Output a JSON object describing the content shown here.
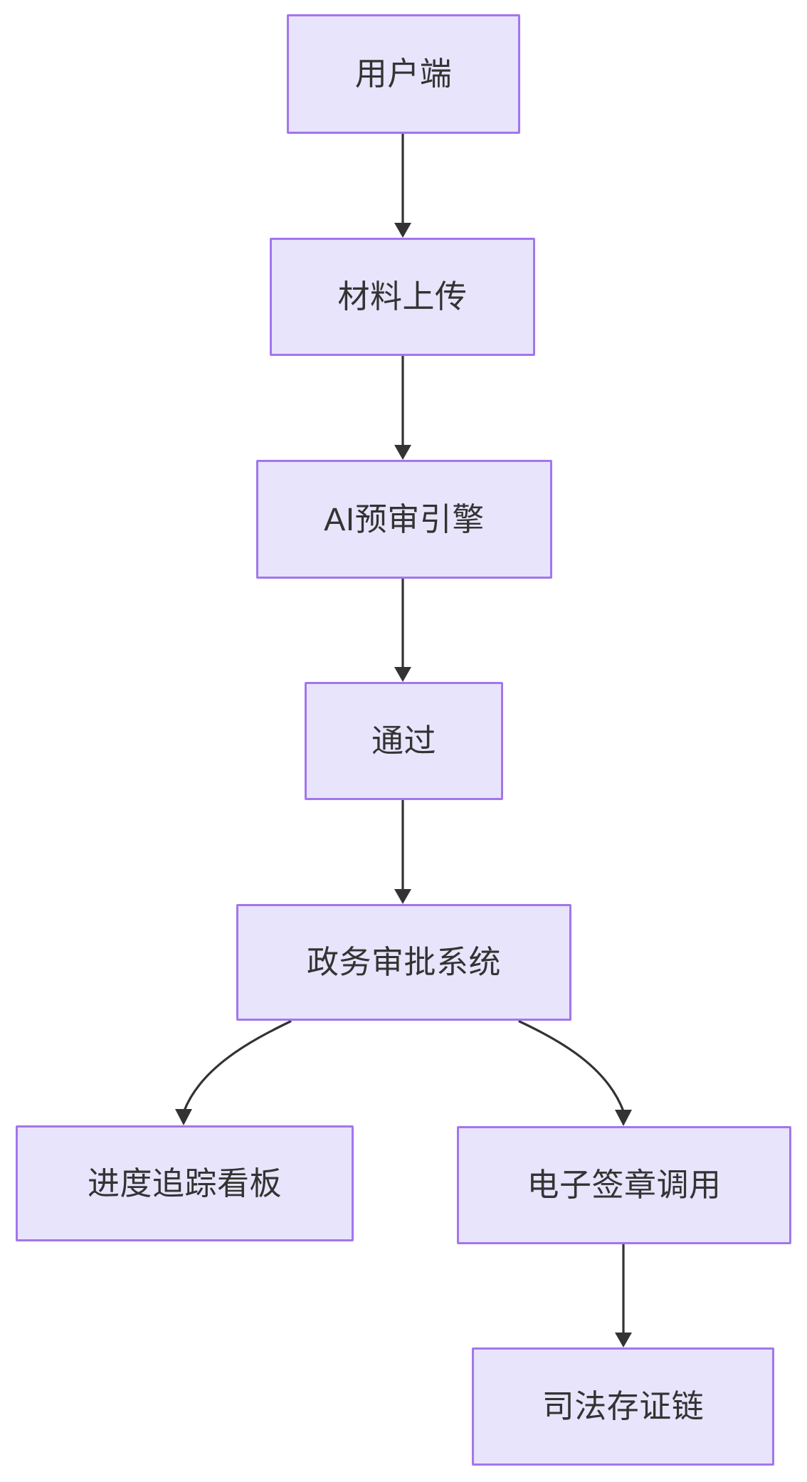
{
  "diagram": {
    "type": "flowchart",
    "direction": "top-to-bottom",
    "background_color": "#ffffff",
    "node_fill_color": "#E8E4FB",
    "node_border_color": "#A276EC",
    "node_text_color": "#333333",
    "edge_color": "#333333",
    "nodes": [
      {
        "id": "client",
        "label": "用户端"
      },
      {
        "id": "upload",
        "label": "材料上传"
      },
      {
        "id": "ai",
        "label": "AI预审引擎"
      },
      {
        "id": "pass",
        "label": "通过"
      },
      {
        "id": "approval",
        "label": "政务审批系统"
      },
      {
        "id": "progress",
        "label": "进度追踪看板"
      },
      {
        "id": "esign",
        "label": "电子签章调用"
      },
      {
        "id": "chain",
        "label": "司法存证链"
      }
    ],
    "edges": [
      {
        "from": "client",
        "to": "upload",
        "style": "straight-arrow",
        "label": ""
      },
      {
        "from": "upload",
        "to": "ai",
        "style": "straight-arrow",
        "label": ""
      },
      {
        "from": "ai",
        "to": "pass",
        "style": "straight-arrow",
        "label": ""
      },
      {
        "from": "pass",
        "to": "approval",
        "style": "straight-arrow",
        "label": ""
      },
      {
        "from": "approval",
        "to": "progress",
        "style": "curved-arrow",
        "label": ""
      },
      {
        "from": "approval",
        "to": "esign",
        "style": "curved-arrow",
        "label": ""
      },
      {
        "from": "esign",
        "to": "chain",
        "style": "straight-arrow",
        "label": ""
      }
    ]
  }
}
